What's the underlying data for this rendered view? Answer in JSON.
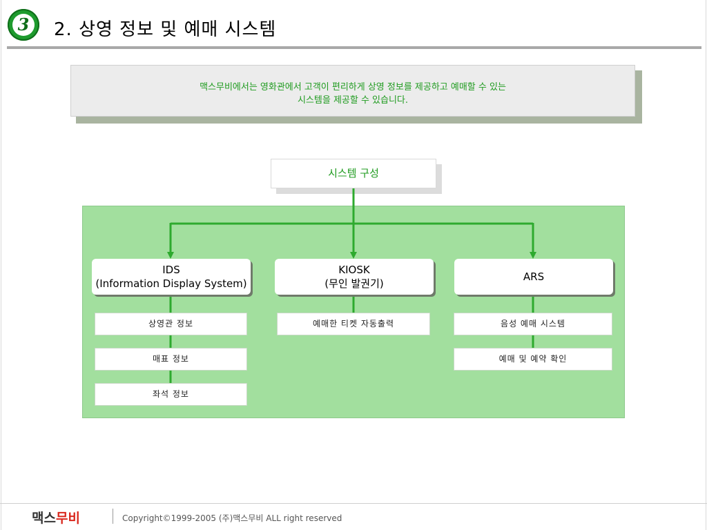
{
  "header": {
    "badge_number": "3",
    "title": "2. 상영 정보 및 예매 시스템"
  },
  "intro": {
    "line1": "맥스무비에서는 영화관에서 고객이 편리하게 상영 정보를 제공하고 예매할 수 있는",
    "line2": "시스템을 제공할 수 있습니다."
  },
  "system": {
    "root_label": "시스템 구성",
    "categories": [
      {
        "line1": "IDS",
        "line2": "(Information Display System)",
        "items": [
          "상영관 정보",
          "매표 정보",
          "좌석 정보"
        ]
      },
      {
        "line1": "KIOSK",
        "line2": "(무인 발권기)",
        "items": [
          "예매한 티켓 자동출력"
        ]
      },
      {
        "line1": "ARS",
        "line2": "",
        "items": [
          "음성 예매 시스템",
          "예매 및 예약 확인"
        ]
      }
    ]
  },
  "colors": {
    "accent_green": "#1f9b1f",
    "area_green": "#a2df9e",
    "connector_green": "#2eaa2e",
    "logo_red": "#d9261c"
  },
  "footer": {
    "logo_part1": "맥스",
    "logo_part2": "무비",
    "copyright": "Copyright©1999-2005 (주)맥스무비 ALL right reserved"
  }
}
